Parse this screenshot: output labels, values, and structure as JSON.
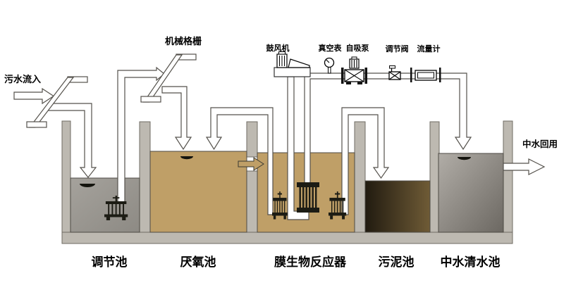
{
  "diagram": {
    "type": "process-flow",
    "subject": "MBR wastewater treatment process",
    "annotations": {
      "inflow_label": "污水流入",
      "screen_label": "机械格栅",
      "blower_label": "鼓风机",
      "vacuum_gauge_label": "真空表",
      "pump_label": "自吸泵",
      "valve_label": "调节阀",
      "flowmeter_label": "流量计",
      "reuse_label": "中水回用"
    },
    "tanks": [
      {
        "label": "调节池",
        "water_color": "#a5a29c",
        "water_color2": "#8d8a84"
      },
      {
        "label": "厌氧池",
        "water_color": "#bf9f67"
      },
      {
        "label": "膜生物反应器",
        "water_color": "#bf9f67"
      },
      {
        "label": "污泥池",
        "water_color": "#211b10",
        "water_color2": "#6f5b36"
      },
      {
        "label": "中水清水池",
        "water_color": "#b1ada7",
        "water_color2": "#6c6862"
      }
    ],
    "colors": {
      "structure": "#bdb9b1",
      "structure_border": "#6f6b63",
      "pipe_fill": "#ffffff",
      "pipe_stroke": "#55524c",
      "device_stroke": "#000000",
      "water_outline": "#4d4a44"
    }
  }
}
